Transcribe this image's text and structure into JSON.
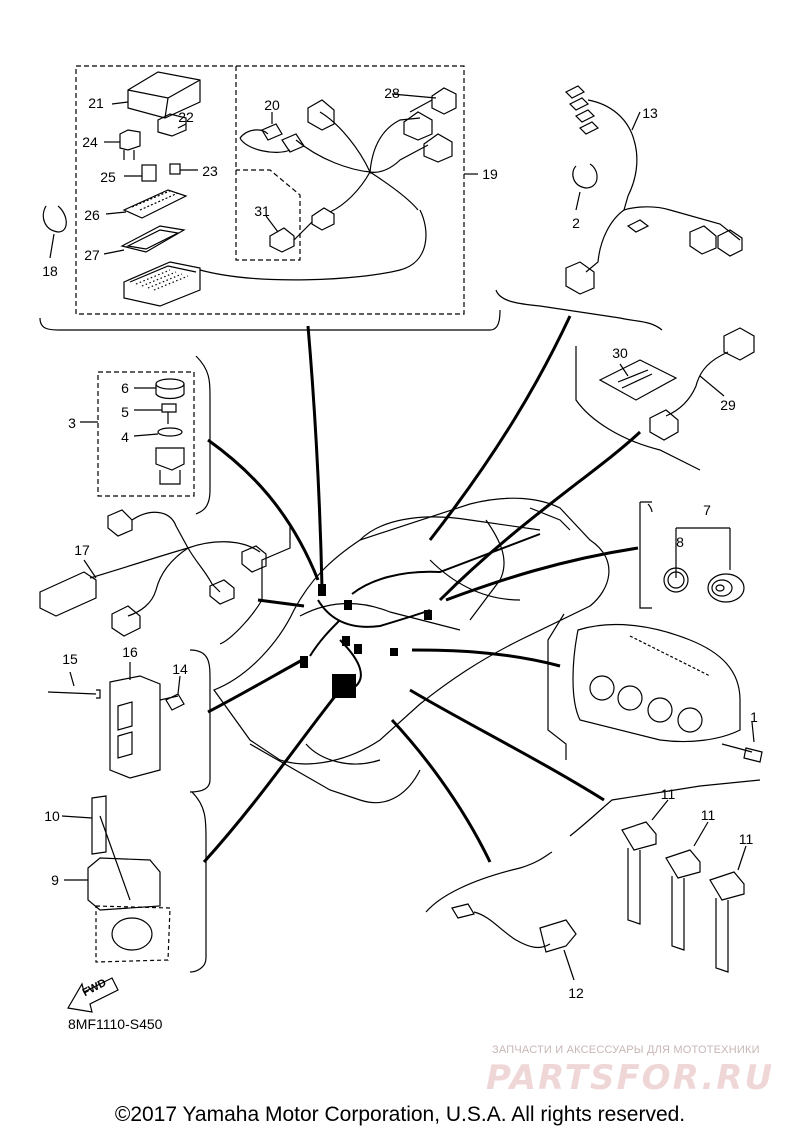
{
  "diagram": {
    "part_code": "8MF1110-S450",
    "copyright": "©2017 Yamaha Motor Corporation, U.S.A. All rights reserved.",
    "watermark_small": "ЗАПЧАСТИ И АКСЕССУАРЫ ДЛЯ МОТОТЕХНИКИ",
    "watermark_big": "PARTSFOR.RU",
    "fwd_label": "FWD",
    "callouts": {
      "n1": "1",
      "n2": "2",
      "n3": "3",
      "n4": "4",
      "n5": "5",
      "n6": "6",
      "n7": "7",
      "n8": "8",
      "n9": "9",
      "n10": "10",
      "n11a": "11",
      "n11b": "11",
      "n11c": "11",
      "n12": "12",
      "n13": "13",
      "n14": "14",
      "n15": "15",
      "n16": "16",
      "n17": "17",
      "n18": "18",
      "n19": "19",
      "n20": "20",
      "n21": "21",
      "n22": "22",
      "n23": "23",
      "n24": "24",
      "n25": "25",
      "n26": "26",
      "n27": "27",
      "n28": "28",
      "n29": "29",
      "n30": "30",
      "n31": "31"
    }
  }
}
